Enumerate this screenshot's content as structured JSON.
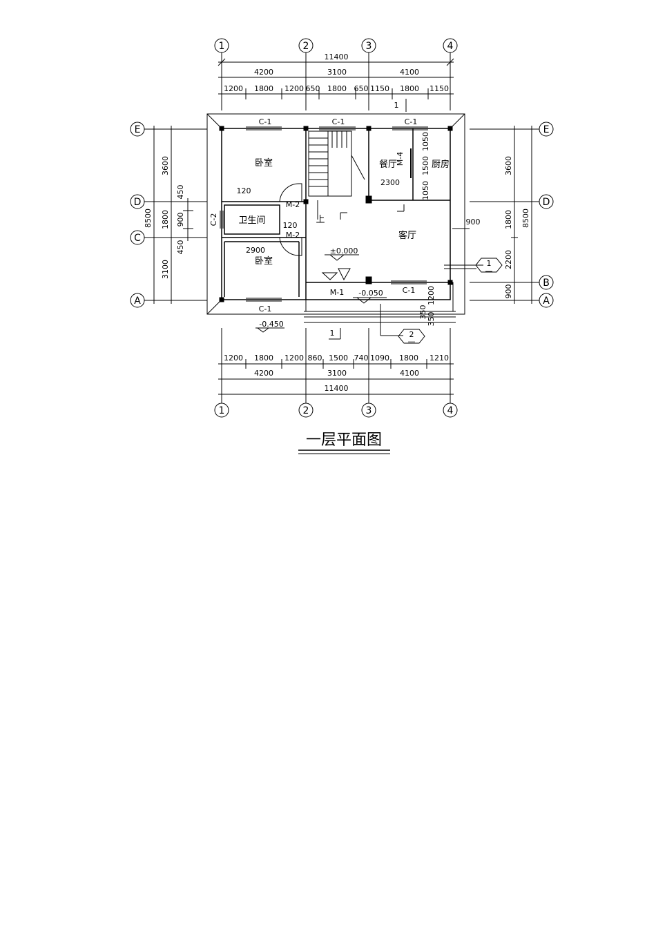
{
  "title": "一层平面图",
  "axes": {
    "top": [
      "1",
      "2",
      "3",
      "4"
    ],
    "bottom": [
      "1",
      "2",
      "3",
      "4"
    ],
    "left": [
      "E",
      "D",
      "C",
      "A"
    ],
    "right": [
      "E",
      "D",
      "B",
      "A"
    ]
  },
  "dims": {
    "top_total": "11400",
    "top_mid": [
      "4200",
      "3100",
      "4100"
    ],
    "top_sub": [
      "1200",
      "1800",
      "1200",
      "650",
      "1800",
      "650",
      "1150",
      "1800",
      "1150"
    ],
    "bottom_sub": [
      "1200",
      "1800",
      "1200",
      "860",
      "1500",
      "740",
      "1090",
      "1800",
      "1210"
    ],
    "bottom_mid": [
      "4200",
      "3100",
      "4100"
    ],
    "bottom_total": "11400",
    "left_outer": "8500",
    "left_mid": [
      "3600",
      "1800",
      "3100"
    ],
    "left_inner": [
      "450",
      "900",
      "450"
    ],
    "right_outer": "8500",
    "right_mid": [
      "3600",
      "1800",
      "2200",
      "900"
    ],
    "kitchen": [
      "1050",
      "1500",
      "1050"
    ],
    "dining_width": "2300",
    "bedroom_width": "2900",
    "porch_depth": "1200",
    "steps": [
      "350",
      "350"
    ],
    "wall_120_a": "120",
    "wall_120_b": "120",
    "offset_900": "900"
  },
  "rooms": {
    "bedroom1": "卧室",
    "bedroom2": "卧室",
    "bathroom": "卫生间",
    "dining": "餐厅",
    "kitchen": "厨房",
    "living": "客厅"
  },
  "labels": {
    "c1": "C-1",
    "c2": "C-2",
    "m1": "M-1",
    "m2": "M-2",
    "m4": "M-4",
    "up": "上",
    "elev_floor": "±0.000",
    "elev_porch": "-0.050",
    "elev_ground": "-0.450",
    "section": "1",
    "detail_num": "1",
    "detail_den": "—",
    "detail2_num": "2",
    "detail2_den": "—"
  }
}
